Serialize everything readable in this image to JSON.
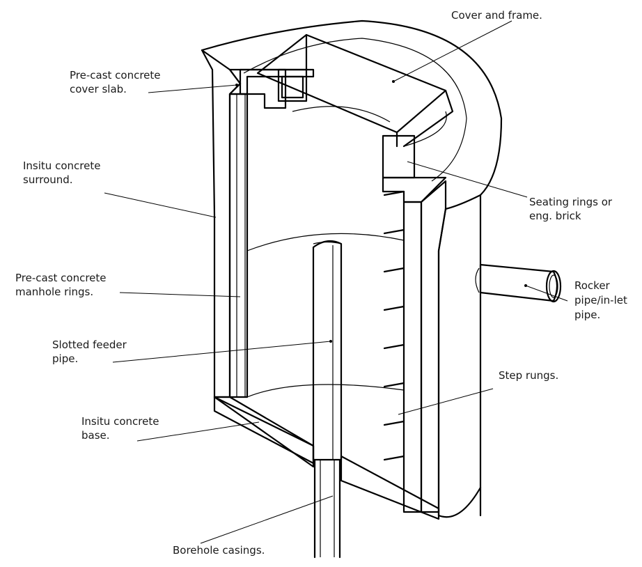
{
  "labels": {
    "cover_frame": "Cover and frame.",
    "cover_slab": [
      "Pre-cast concrete",
      "cover slab."
    ],
    "surround": [
      "Insitu concrete",
      "surround."
    ],
    "seating": [
      "Seating rings or",
      "eng. brick"
    ],
    "rings": [
      "Pre-cast concrete",
      "manhole rings."
    ],
    "rocker": [
      "Rocker",
      "pipe/in-let",
      "pipe."
    ],
    "feeder": [
      "Slotted feeder",
      "pipe."
    ],
    "rungs": "Step rungs.",
    "base": [
      "Insitu concrete",
      "base."
    ],
    "casings": "Borehole casings."
  },
  "colors": {
    "line": "#000000",
    "concrete": "#ffffff",
    "speckle": "#555555"
  }
}
